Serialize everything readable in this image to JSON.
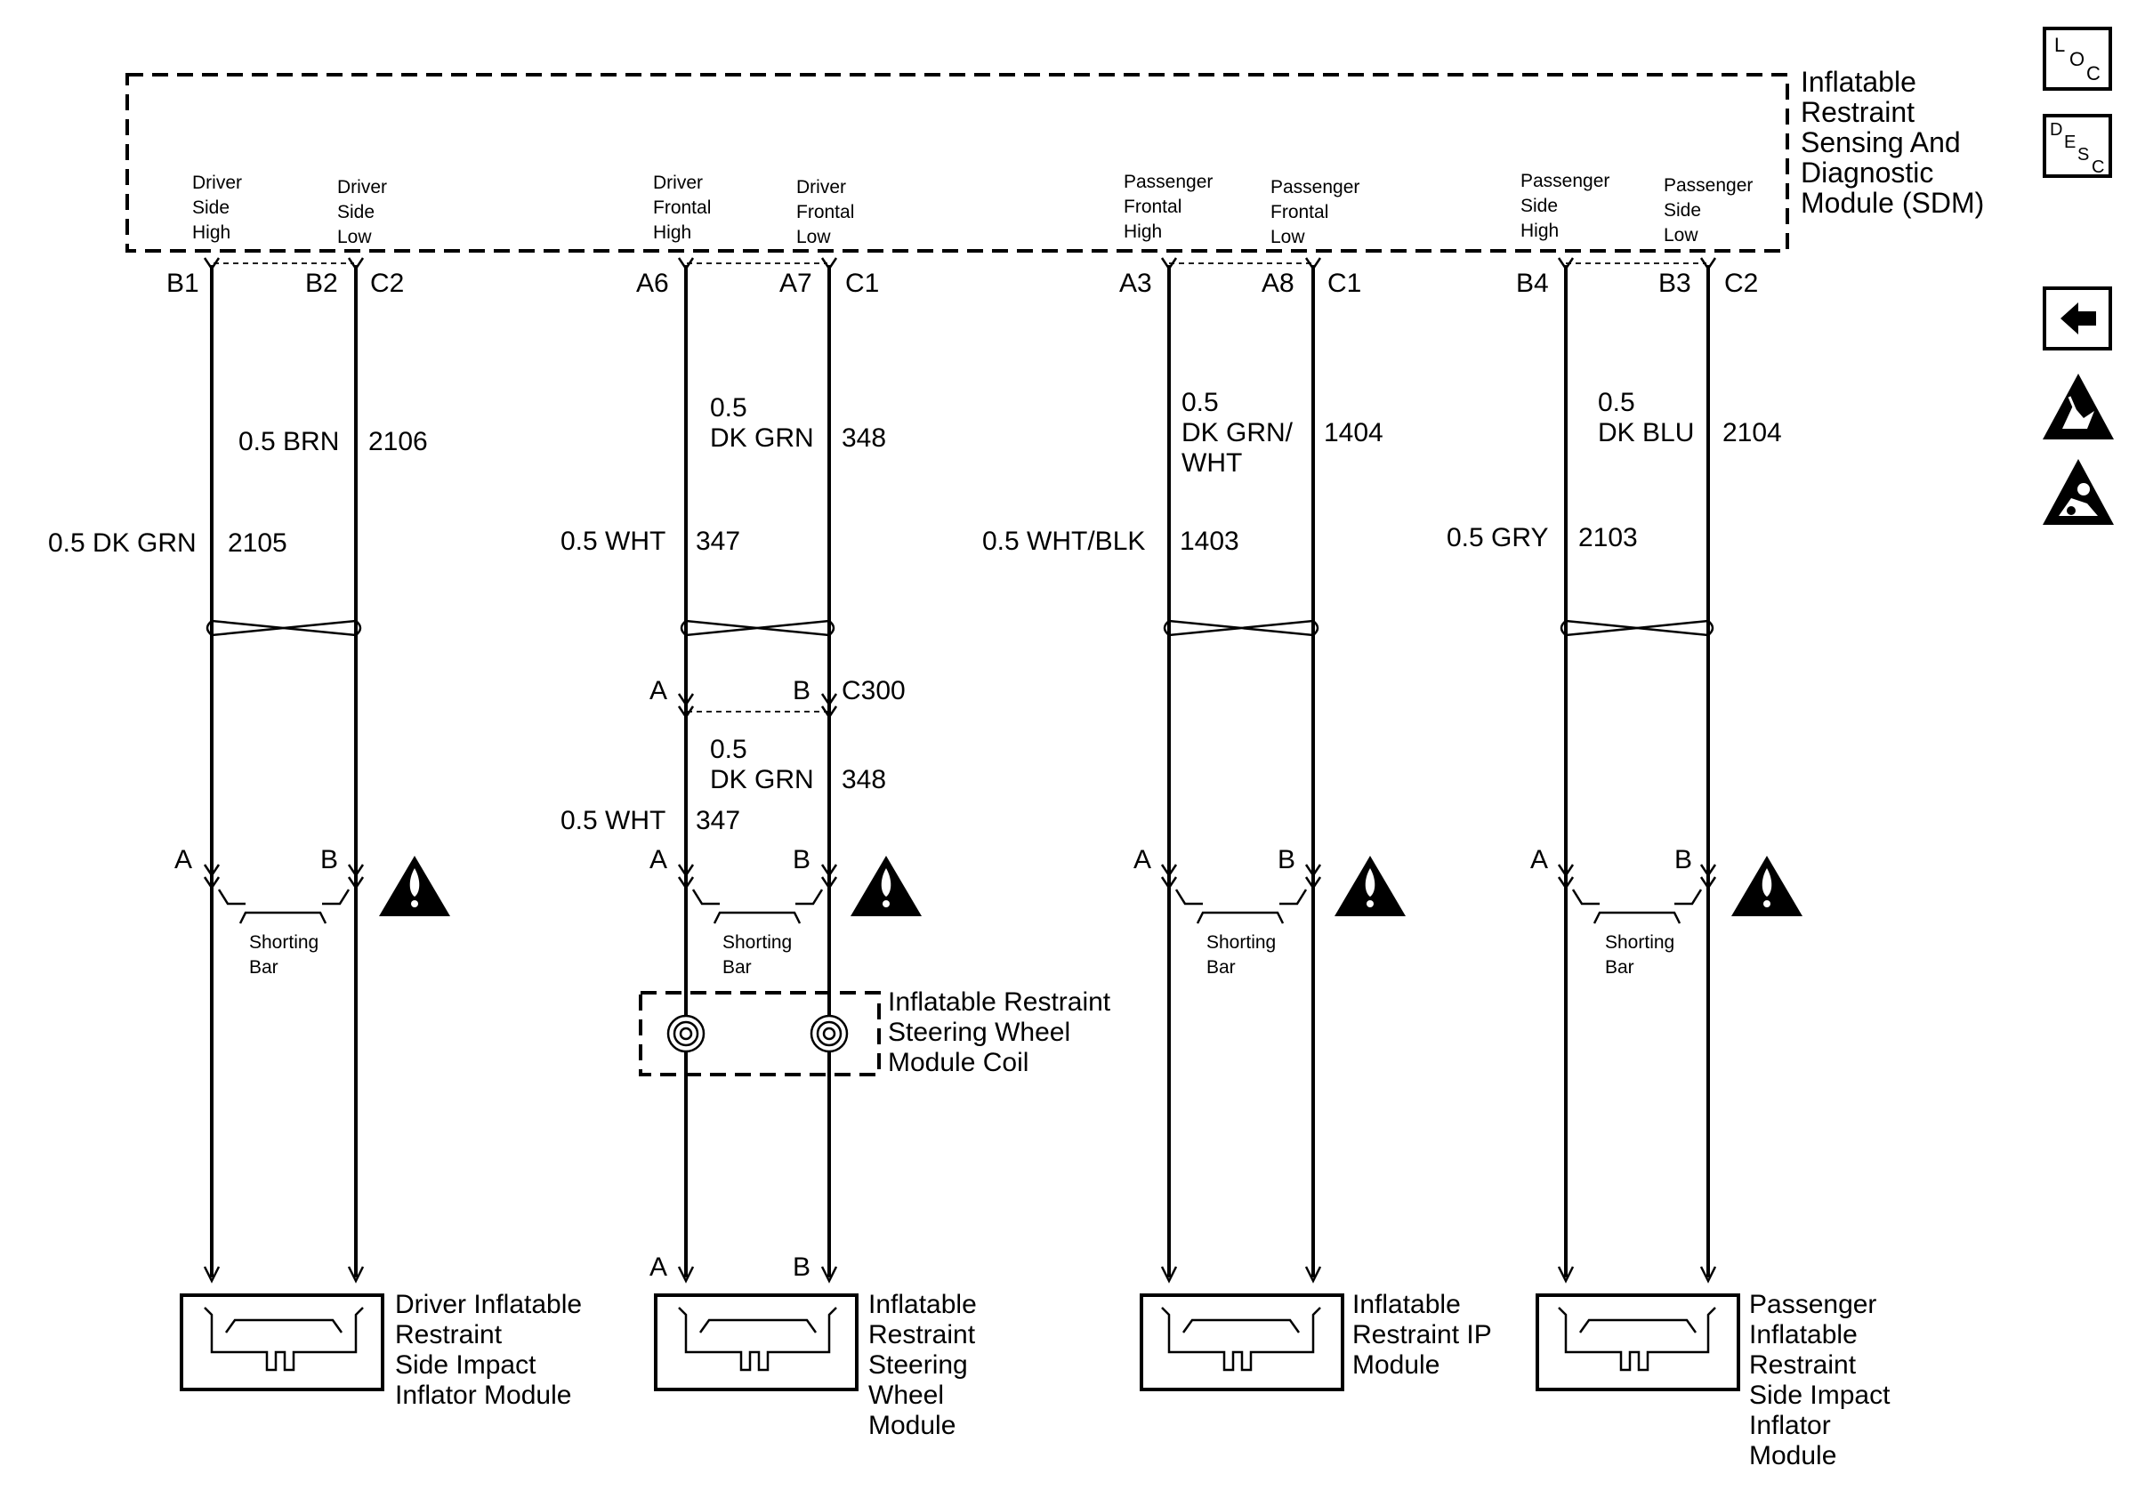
{
  "sdm": {
    "title_lines": [
      "Inflatable",
      "Restraint",
      "Sensing And",
      "Diagnostic",
      "Module (SDM)"
    ]
  },
  "pin_labels": {
    "driver_side_high": [
      "Driver",
      "Side",
      "High"
    ],
    "driver_side_low": [
      "Driver",
      "Side",
      "Low"
    ],
    "driver_frontal_high": [
      "Driver",
      "Frontal",
      "High"
    ],
    "driver_frontal_low": [
      "Driver",
      "Frontal",
      "Low"
    ],
    "passenger_frontal_high": [
      "Passenger",
      "Frontal",
      "High"
    ],
    "passenger_frontal_low": [
      "Passenger",
      "Frontal",
      "Low"
    ],
    "passenger_side_high": [
      "Passenger",
      "Side",
      "High"
    ],
    "passenger_side_low": [
      "Passenger",
      "Side",
      "Low"
    ]
  },
  "pins": {
    "b1": "B1",
    "b2": "B2",
    "c2a": "C2",
    "a6": "A6",
    "a7": "A7",
    "c1a": "C1",
    "a3": "A3",
    "a8": "A8",
    "c1b": "C1",
    "b4": "B4",
    "b3": "B3",
    "c2b": "C2"
  },
  "wires": {
    "w2106": {
      "size": "0.5 BRN",
      "circuit": "2106"
    },
    "w2105": {
      "size": "0.5 DK GRN",
      "circuit": "2105"
    },
    "w348_top": {
      "size_lines": [
        "0.5",
        "DK GRN"
      ],
      "circuit": "348"
    },
    "w347_top": {
      "size": "0.5 WHT",
      "circuit": "347"
    },
    "w1404": {
      "size_lines": [
        "0.5",
        "DK GRN/",
        "WHT"
      ],
      "circuit": "1404"
    },
    "w1403": {
      "size": "0.5 WHT/BLK",
      "circuit": "1403"
    },
    "w2104": {
      "size_lines": [
        "0.5",
        "DK BLU"
      ],
      "circuit": "2104"
    },
    "w2103": {
      "size": "0.5 GRY",
      "circuit": "2103"
    },
    "w348_bot": {
      "size_lines": [
        "0.5",
        "DK GRN"
      ],
      "circuit": "348"
    },
    "w347_bot": {
      "size": "0.5 WHT",
      "circuit": "347"
    }
  },
  "connector_c300": {
    "name": "C300",
    "pin_a": "A",
    "pin_b": "B"
  },
  "terminal_letters": {
    "a": "A",
    "b": "B"
  },
  "shorting_bar": [
    "Shorting",
    "Bar"
  ],
  "coil": {
    "lines": [
      "Inflatable Restraint",
      "Steering Wheel",
      "Module Coil"
    ]
  },
  "modules": {
    "driver_side": [
      "Driver Inflatable",
      "Restraint",
      "Side Impact",
      "Inflator Module"
    ],
    "steering_wheel": [
      "Inflatable",
      "Restraint",
      "Steering",
      "Wheel",
      "Module"
    ],
    "ip": [
      "Inflatable",
      "Restraint IP",
      "Module"
    ],
    "passenger_side": [
      "Passenger",
      "Inflatable",
      "Restraint",
      "Side Impact",
      "Inflator",
      "Module"
    ]
  },
  "nav_icons": {
    "loc": {
      "letters": [
        "L",
        "O",
        "C"
      ]
    },
    "desc": {
      "letters": [
        "D",
        "E",
        "S",
        "C"
      ]
    },
    "back": "back-arrow-icon",
    "esd": "esd-warning-icon",
    "airbag": "airbag-warning-icon"
  }
}
